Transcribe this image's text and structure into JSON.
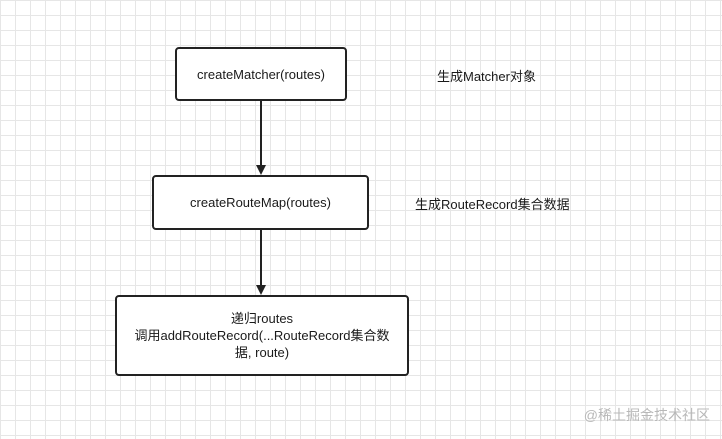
{
  "nodes": [
    {
      "label": "createMatcher(routes)"
    },
    {
      "label": "createRouteMap(routes)"
    },
    {
      "lines": [
        "递归routes",
        "调用addRouteRecord(...RouteRecord集合数",
        "据, route)"
      ]
    }
  ],
  "notes": [
    "生成Matcher对象",
    "生成RouteRecord集合数据"
  ],
  "edges": [
    {
      "from": "createMatcher(routes)",
      "to": "createRouteMap(routes)"
    },
    {
      "from": "createRouteMap(routes)",
      "to": "递归routes"
    }
  ],
  "watermark": "@稀土掘金技术社区",
  "colors": {
    "stroke": "#222222",
    "grid": "#e6e6e6",
    "watermark": "#b8b8b8"
  }
}
